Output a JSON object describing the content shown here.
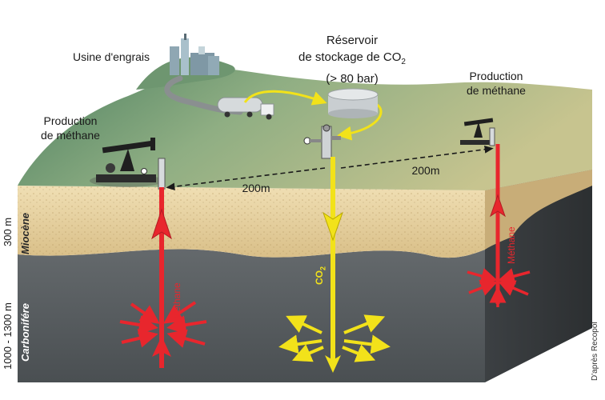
{
  "labels": {
    "fertilizer_plant": "Usine d'engrais",
    "reservoir_line1": "Réservoir",
    "reservoir_line2": "de stockage de CO",
    "reservoir_sub": "2",
    "reservoir_line3": "(> 80 bar)",
    "prod_left_line1": "Production",
    "prod_left_line2": "de méthane",
    "prod_right_line1": "Production",
    "prod_right_line2": "de méthane",
    "distance_left": "200m",
    "distance_right": "200m",
    "depth_top": "300 m",
    "depth_bottom": "1000 - 1300 m",
    "layer_miocene": "Miocène",
    "layer_carbonifere": "Carboniférе",
    "flow_methane_left": "Méthane",
    "flow_methane_right": "Méthane",
    "flow_co2": "CO",
    "flow_co2_sub": "2",
    "credit": "D'après Recopol"
  },
  "colors": {
    "methane": "#e8262d",
    "co2": "#f2e21a",
    "bedrock": "#565b5e",
    "sand": "#e9d4a6",
    "surface": "#7da27c"
  }
}
